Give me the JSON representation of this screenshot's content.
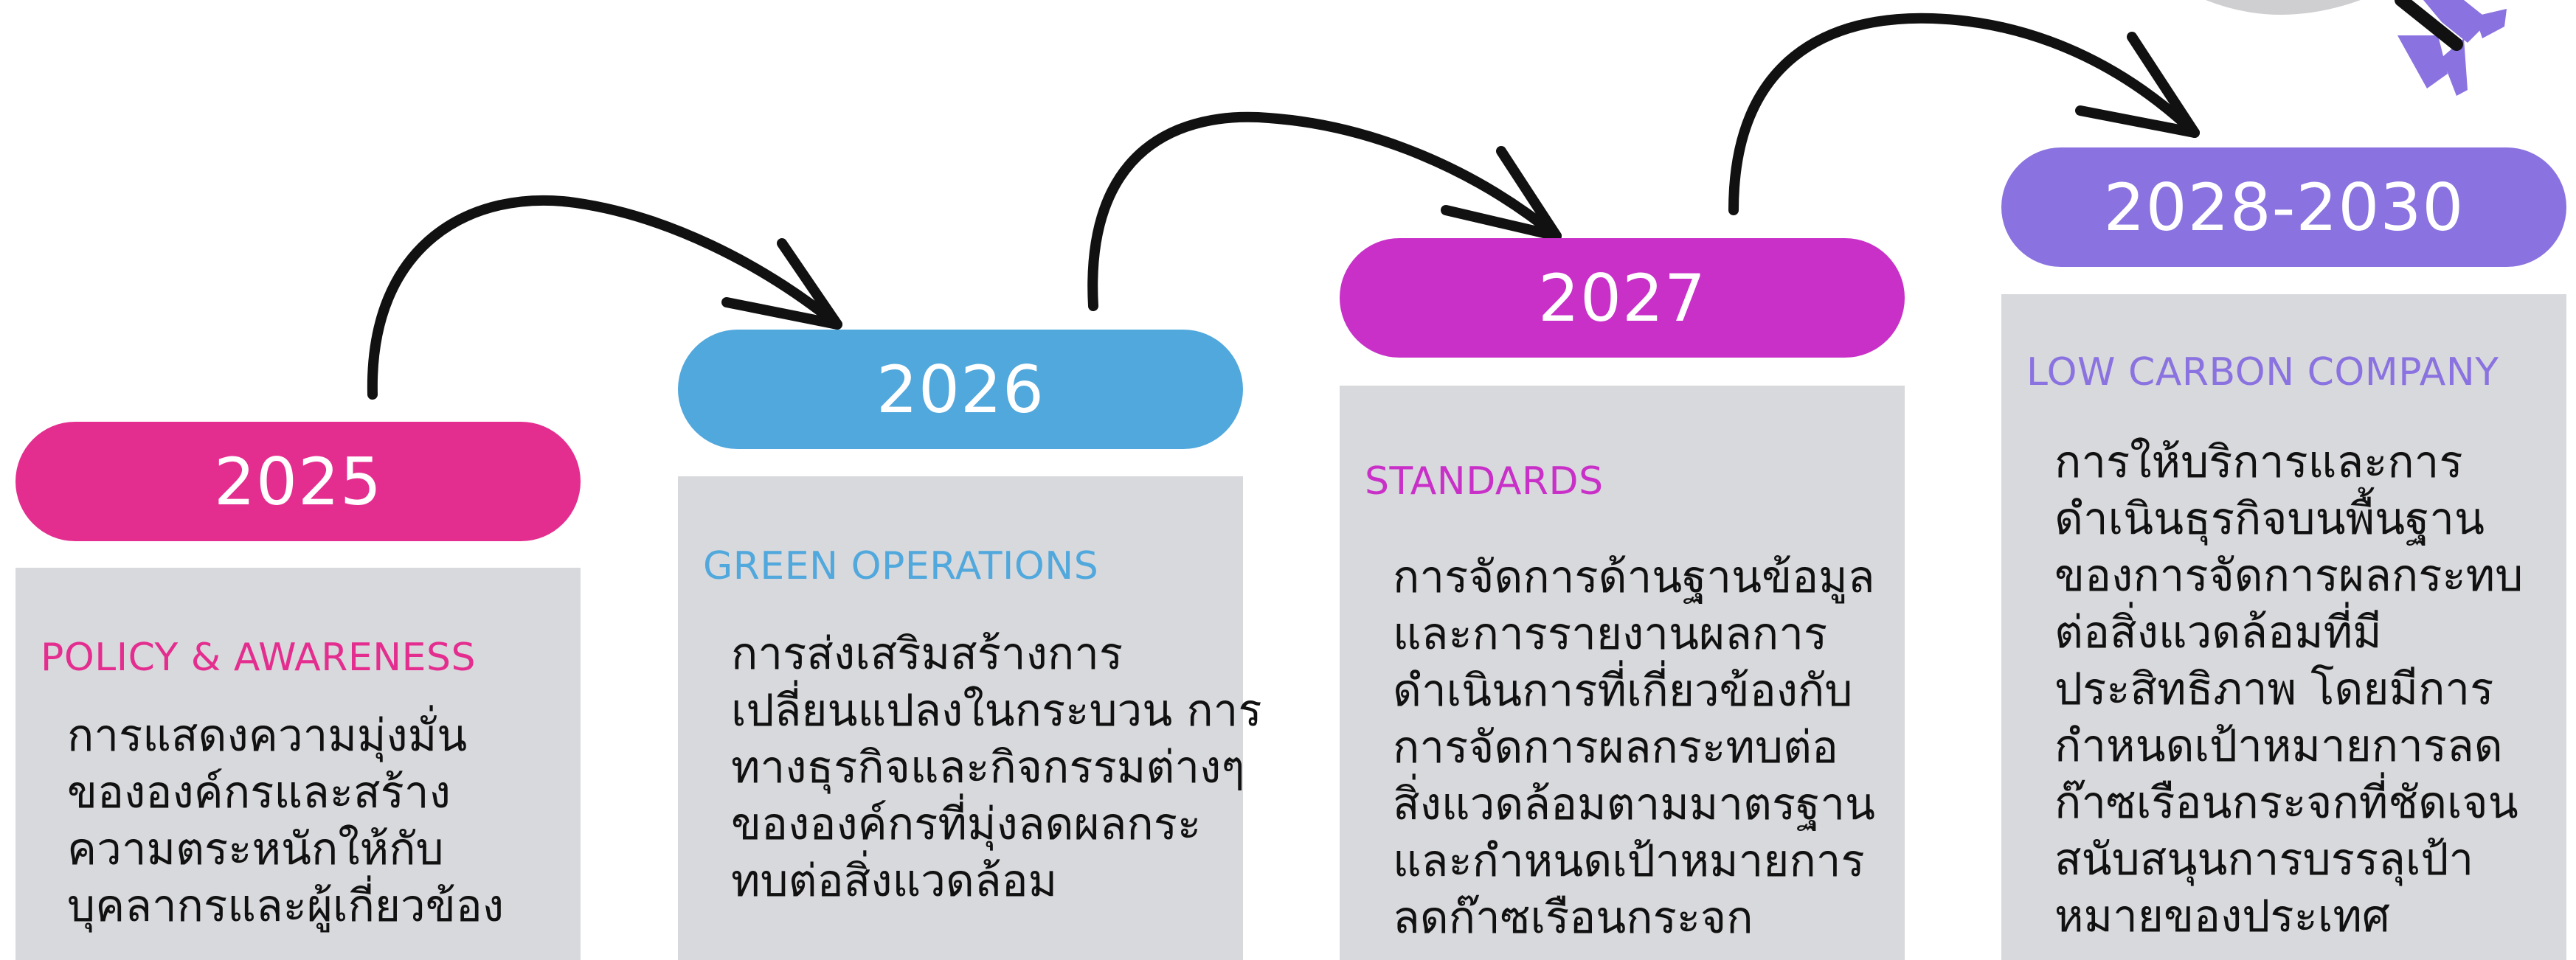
{
  "colors": {
    "step1": "#e42e8f",
    "step2": "#51a8dd",
    "step3": "#c830c8",
    "step4": "#8a72e0",
    "card_bg": "#d8d9dc",
    "arrow": "#111111"
  },
  "steps": [
    {
      "year": "2025",
      "title": "POLICY & AWARENESS",
      "lines": [
        "การแสดงความมุ่งมั่น",
        "ขององค์กรและสร้าง",
        "ความตระหนักให้กับ",
        "บุคลากรและผู้เกี่ยวข้อง"
      ]
    },
    {
      "year": "2026",
      "title": "GREEN OPERATIONS",
      "lines": [
        "การส่งเสริมสร้างการ",
        "เปลี่ยนแปลงในกระบวน การ",
        "ทางธุรกิจและกิจกรรมต่างๆ",
        "ขององค์กรที่มุ่งลดผลกระ",
        "ทบต่อสิ่งแวดล้อม"
      ]
    },
    {
      "year": "2027",
      "title": "STANDARDS",
      "lines": [
        "การจัดการด้านฐานข้อมูล",
        "และการรายงานผลการ",
        "ดำเนินการที่เกี่ยวข้องกับ",
        "การจัดการผลกระทบต่อ",
        "สิ่งแวดล้อมตามมาตรฐาน",
        "และกำหนดเป้าหมายการ",
        "ลดก๊าซเรือนกระจก"
      ]
    },
    {
      "year": "2028-2030",
      "title": "LOW CARBON COMPANY",
      "lines": [
        "การให้บริการและการ",
        "ดำเนินธุรกิจบนพื้นฐาน",
        "ของการจัดการผลกระทบ",
        "ต่อสิ่งแวดล้อมที่มี",
        "ประสิทธิภาพ โดยมีการ",
        "กำหนดเป้าหมายการลด",
        "ก๊าซเรือนกระจกที่ชัดเจน",
        "สนับสนุนการบรรลุเป้า",
        "หมายของประเทศ"
      ]
    }
  ]
}
